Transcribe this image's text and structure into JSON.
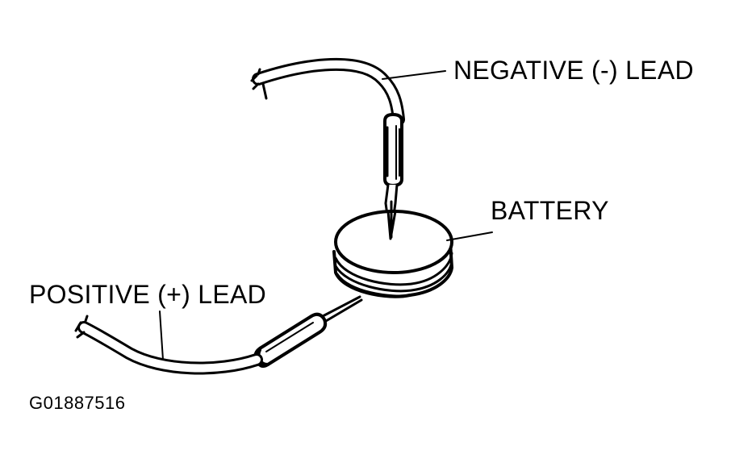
{
  "labels": {
    "negative_lead": "NEGATIVE (-) LEAD",
    "battery": "BATTERY",
    "positive_lead": "POSITIVE (+) LEAD",
    "figure_code": "G01887516"
  },
  "colors": {
    "ink": "#000000",
    "paper": "#ffffff"
  }
}
